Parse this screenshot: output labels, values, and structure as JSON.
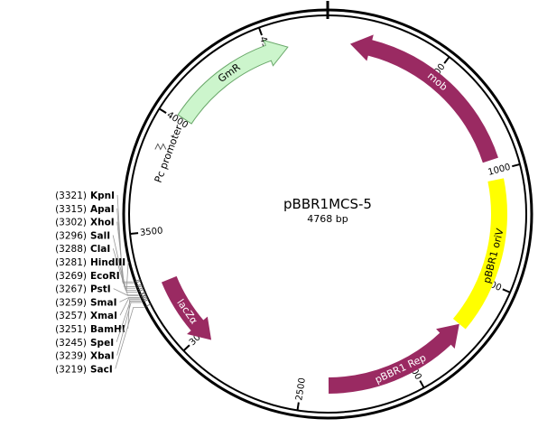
{
  "plasmid": {
    "name": "pBBR1MCS-5",
    "size": "4768 bp",
    "length": 4768
  },
  "ticks": [
    {
      "pos": 500,
      "label": "500"
    },
    {
      "pos": 1000,
      "label": "1000"
    },
    {
      "pos": 1500,
      "label": "1500"
    },
    {
      "pos": 2000,
      "label": "2000"
    },
    {
      "pos": 2500,
      "label": "2500"
    },
    {
      "pos": 3000,
      "label": "3000"
    },
    {
      "pos": 3500,
      "label": "3500"
    },
    {
      "pos": 4000,
      "label": "4000"
    },
    {
      "pos": 4500,
      "label": "4500"
    }
  ],
  "features": [
    {
      "name": "mob",
      "start": 100,
      "end": 950,
      "direction": "reverse",
      "color": "#9a2a62",
      "label_color": "#ffffff"
    },
    {
      "name": "pBBR1 oriV",
      "start": 1040,
      "end": 1720,
      "direction": "none",
      "color": "#ffff00",
      "label_color": "#000000"
    },
    {
      "name": "pBBR1 Rep",
      "start": 1720,
      "end": 2380,
      "direction": "reverse",
      "color": "#9a2a62",
      "label_color": "#ffffff"
    },
    {
      "name": "lacZα",
      "start": 2950,
      "end": 3280,
      "direction": "reverse",
      "color": "#9a2a62",
      "label_color": "#ffffff"
    },
    {
      "name": "GmR",
      "start": 4020,
      "end": 4590,
      "direction": "forward",
      "color": "#ccf5cc",
      "label_color": "#000000"
    }
  ],
  "promoter": {
    "name": "Pc promoter",
    "pos": 3870
  },
  "sites": [
    {
      "pos": "(3321)",
      "name": "KpnI",
      "bp": 3321
    },
    {
      "pos": "(3315)",
      "name": "ApaI",
      "bp": 3315
    },
    {
      "pos": "(3302)",
      "name": "XhoI",
      "bp": 3302
    },
    {
      "pos": "(3296)",
      "name": "SalI",
      "bp": 3296
    },
    {
      "pos": "(3288)",
      "name": "ClaI",
      "bp": 3288
    },
    {
      "pos": "(3281)",
      "name": "HindIII",
      "bp": 3281
    },
    {
      "pos": "(3269)",
      "name": "EcoRI",
      "bp": 3269
    },
    {
      "pos": "(3267)",
      "name": "PstI",
      "bp": 3267
    },
    {
      "pos": "(3259)",
      "name": "SmaI",
      "bp": 3259
    },
    {
      "pos": "(3257)",
      "name": "XmaI",
      "bp": 3257
    },
    {
      "pos": "(3251)",
      "name": "BamHI",
      "bp": 3251
    },
    {
      "pos": "(3245)",
      "name": "SpeI",
      "bp": 3245
    },
    {
      "pos": "(3239)",
      "name": "XbaI",
      "bp": 3239
    },
    {
      "pos": "(3219)",
      "name": "SacI",
      "bp": 3219
    }
  ],
  "colors": {
    "backbone": "#000000",
    "connector": "#999999"
  }
}
